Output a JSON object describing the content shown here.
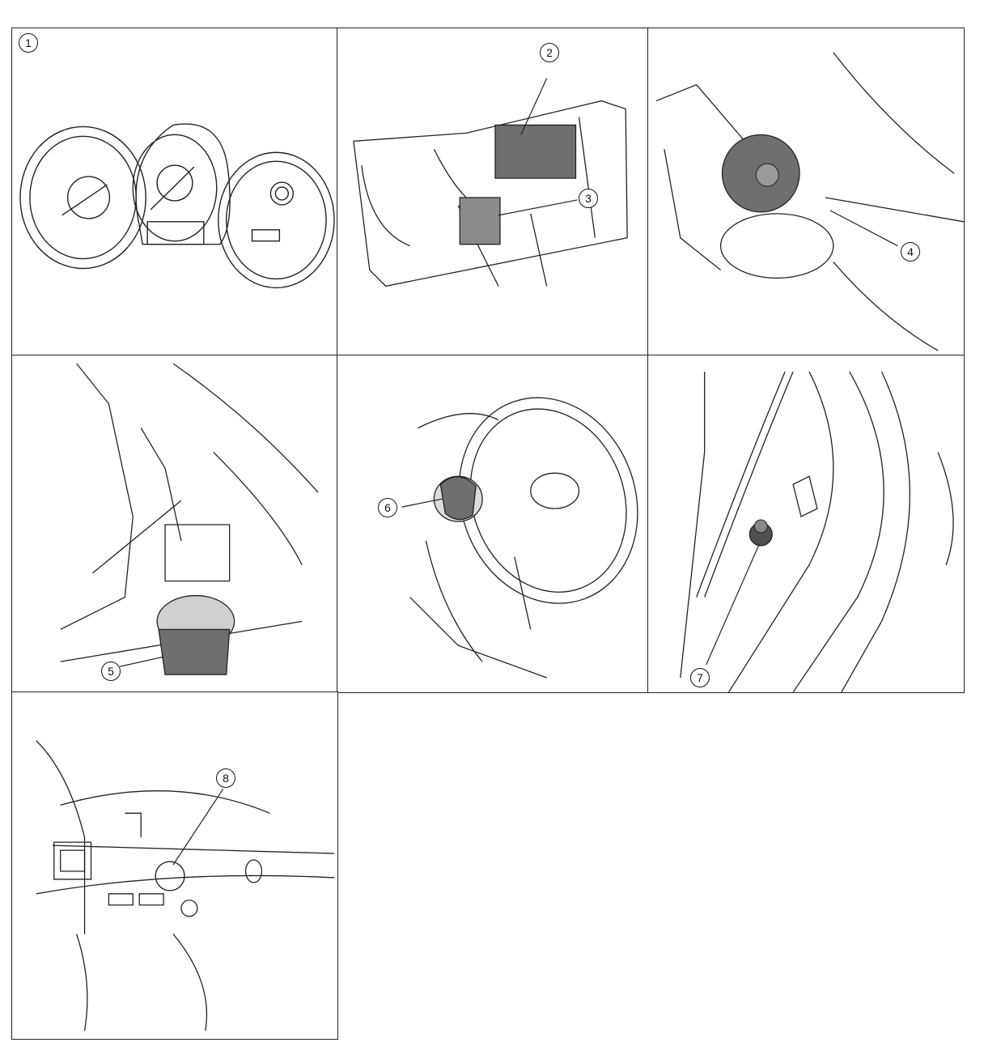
{
  "diagram": {
    "callouts": [
      "1",
      "2",
      "3",
      "4",
      "5",
      "6",
      "7",
      "8"
    ],
    "shading_color": "#6f6f6f",
    "line_color": "#222222"
  }
}
